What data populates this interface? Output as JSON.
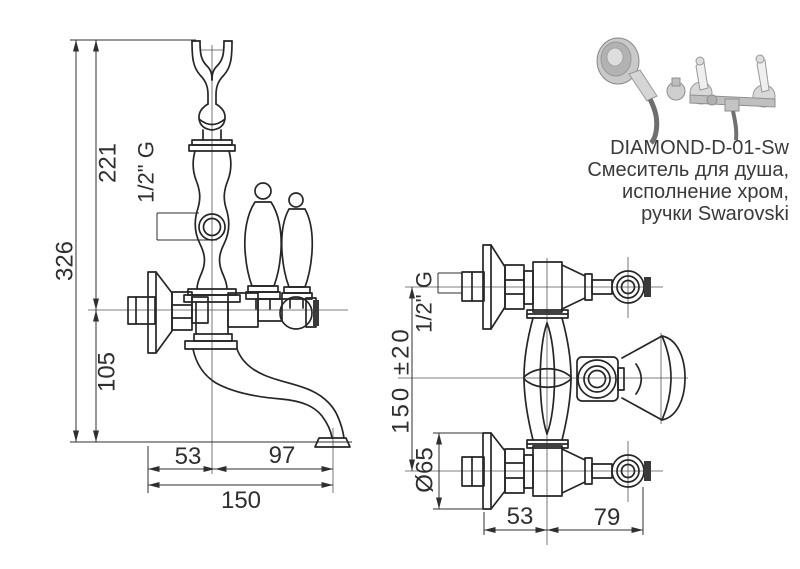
{
  "product": {
    "model": "DIAMOND-D-01-Sw",
    "description_line1": "Смеситель для душа,",
    "description_line2": "исполнение хром,",
    "description_line3": "ручки Swarovski"
  },
  "left_view": {
    "dims": {
      "total_height": "326",
      "top_to_axis": "221",
      "axis_to_bottom": "105",
      "thread": "1/2\" G",
      "wall_to_center": "53",
      "center_to_spout": "97",
      "overall_depth": "150"
    }
  },
  "right_view": {
    "dims": {
      "pipe_spacing": "150 ±20",
      "thread": "1/2\" G",
      "escutcheon_diameter": "Ø65",
      "wall_to_center": "53",
      "center_to_handle_end": "79"
    }
  },
  "colors": {
    "line": "#262626",
    "dimension": "#2f2f2f",
    "background": "#ffffff",
    "photo_chrome": "#c9c9c9"
  }
}
